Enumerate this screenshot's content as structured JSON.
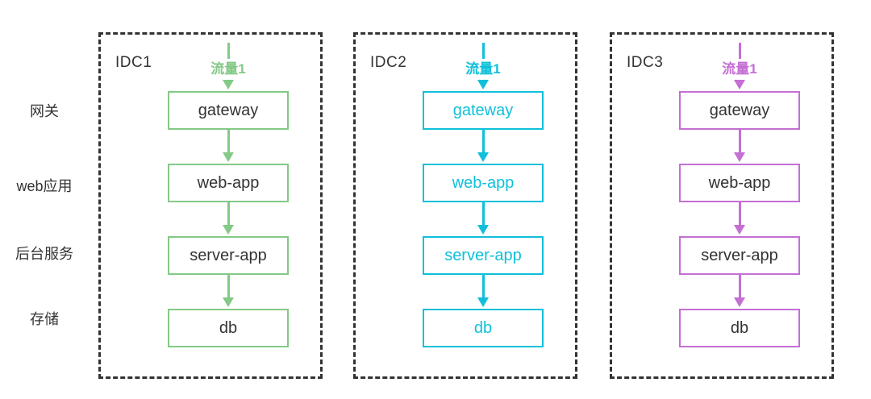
{
  "diagram": {
    "row_labels": [
      {
        "id": "gateway",
        "label": "网关"
      },
      {
        "id": "web",
        "label": "web应用"
      },
      {
        "id": "backend",
        "label": "后台服务"
      },
      {
        "id": "storage",
        "label": "存储"
      }
    ],
    "columns": [
      {
        "label": "IDC1",
        "traffic_label": "流量1",
        "accent_color": "#84c987",
        "node_text_color": "#333333",
        "nodes": [
          "gateway",
          "web-app",
          "server-app",
          "db"
        ]
      },
      {
        "label": "IDC2",
        "traffic_label": "流量1",
        "accent_color": "#10c0da",
        "node_text_color": "#10c0da",
        "nodes": [
          "gateway",
          "web-app",
          "server-app",
          "db"
        ]
      },
      {
        "label": "IDC3",
        "traffic_label": "流量1",
        "accent_color": "#c46fd4",
        "node_text_color": "#333333",
        "nodes": [
          "gateway",
          "web-app",
          "server-app",
          "db"
        ]
      }
    ],
    "zone_border_color": "#333333",
    "label_color": "#333333"
  }
}
